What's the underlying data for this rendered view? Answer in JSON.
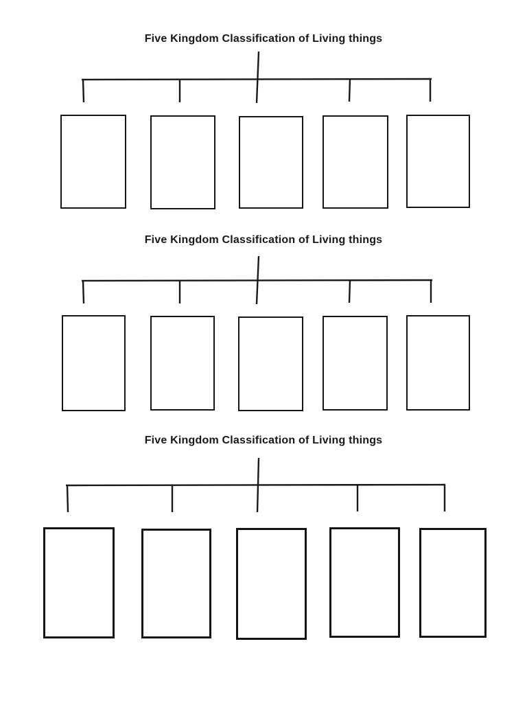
{
  "page": {
    "background_color": "#ffffff",
    "line_color": "#181818"
  },
  "sections": [
    {
      "title": "Five Kingdom Classification of Living things",
      "box_count": 5,
      "boxes": [
        "",
        "",
        "",
        "",
        ""
      ]
    },
    {
      "title": "Five Kingdom Classification of Living things",
      "box_count": 5,
      "boxes": [
        "",
        "",
        "",
        "",
        ""
      ]
    },
    {
      "title": "Five Kingdom Classification of Living things",
      "box_count": 5,
      "boxes": [
        "",
        "",
        "",
        "",
        ""
      ]
    }
  ]
}
